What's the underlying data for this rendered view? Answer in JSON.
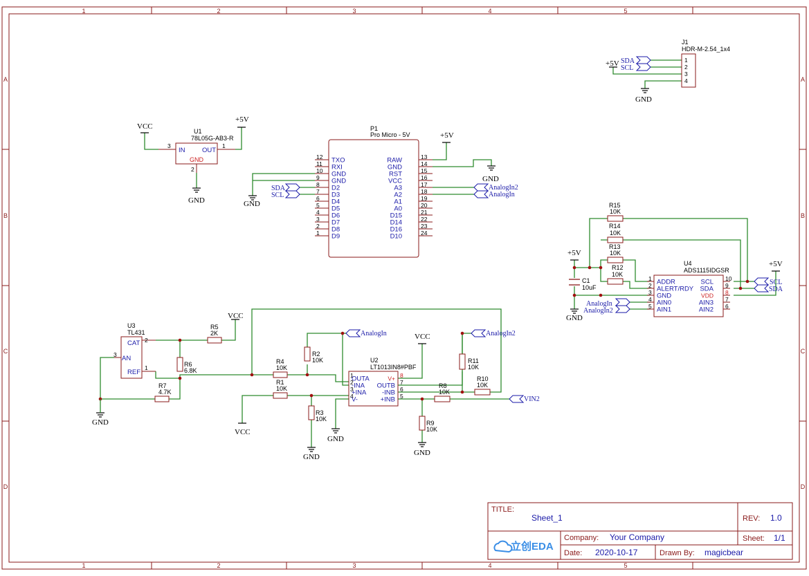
{
  "sheet": {
    "columns": [
      "1",
      "2",
      "3",
      "4",
      "5"
    ],
    "rows": [
      "A",
      "B",
      "C",
      "D"
    ]
  },
  "title_block": {
    "title_label": "TITLE:",
    "title_value": "Sheet_1",
    "rev_label": "REV:",
    "rev_value": "1.0",
    "company_label": "Company:",
    "company_value": "Your Company",
    "sheet_label": "Sheet:",
    "sheet_value": "1/1",
    "date_label": "Date:",
    "date_value": "2020-10-17",
    "drawn_label": "Drawn By:",
    "drawn_value": "magicbear",
    "logo_text": "立创EDA"
  },
  "power": {
    "vcc": "VCC",
    "p5v": "+5V",
    "gnd": "GND"
  },
  "nets": {
    "sda": "SDA",
    "scl": "SCL",
    "analogin": "AnalogIn",
    "analogin2": "AnalogIn2",
    "vin2": "VIN2"
  },
  "j1": {
    "ref": "J1",
    "value": "HDR-M-2.54_1x4",
    "pins": [
      "1",
      "2",
      "3",
      "4"
    ]
  },
  "u1": {
    "ref": "U1",
    "value": "78L05G-AB3-R",
    "pin_in": "IN",
    "pin_out": "OUT",
    "pin_gnd": "GND",
    "num_in": "3",
    "num_out": "1",
    "num_gnd": "2"
  },
  "p1": {
    "ref": "P1",
    "value": "Pro Micro - 5V",
    "left_pins": [
      {
        "num": "12",
        "name": "TXO"
      },
      {
        "num": "11",
        "name": "RXI"
      },
      {
        "num": "10",
        "name": "GND"
      },
      {
        "num": "9",
        "name": "GND"
      },
      {
        "num": "8",
        "name": "D2"
      },
      {
        "num": "7",
        "name": "D3"
      },
      {
        "num": "6",
        "name": "D4"
      },
      {
        "num": "5",
        "name": "D5"
      },
      {
        "num": "4",
        "name": "D6"
      },
      {
        "num": "3",
        "name": "D7"
      },
      {
        "num": "2",
        "name": "D8"
      },
      {
        "num": "1",
        "name": "D9"
      }
    ],
    "right_pins": [
      {
        "num": "13",
        "name": "RAW"
      },
      {
        "num": "14",
        "name": "GND"
      },
      {
        "num": "15",
        "name": "RST"
      },
      {
        "num": "16",
        "name": "VCC"
      },
      {
        "num": "17",
        "name": "A3"
      },
      {
        "num": "18",
        "name": "A2"
      },
      {
        "num": "19",
        "name": "A1"
      },
      {
        "num": "20",
        "name": "A0"
      },
      {
        "num": "21",
        "name": "D15"
      },
      {
        "num": "22",
        "name": "D14"
      },
      {
        "num": "23",
        "name": "D16"
      },
      {
        "num": "24",
        "name": "D10"
      }
    ]
  },
  "u4": {
    "ref": "U4",
    "value": "ADS1115IDGSR",
    "left_pins": [
      {
        "num": "1",
        "name": "ADDR"
      },
      {
        "num": "2",
        "name": "ALERT/RDY"
      },
      {
        "num": "3",
        "name": "GND"
      },
      {
        "num": "4",
        "name": "AIN0"
      },
      {
        "num": "5",
        "name": "AIN1"
      }
    ],
    "right_pins": [
      {
        "num": "10",
        "name": "SCL"
      },
      {
        "num": "9",
        "name": "SDA"
      },
      {
        "num": "8",
        "name": "VDD"
      },
      {
        "num": "7",
        "name": "AIN3"
      },
      {
        "num": "6",
        "name": "AIN2"
      }
    ]
  },
  "u3": {
    "ref": "U3",
    "value": "TL431",
    "pin_cat": "CAT",
    "pin_an": "AN",
    "pin_ref": "REF",
    "num_cat": "2",
    "num_an": "3",
    "num_ref": "1"
  },
  "u2": {
    "ref": "U2",
    "value": "LT1013IN8#PBF",
    "left_pins": [
      {
        "num": "1",
        "name": "OUTA"
      },
      {
        "num": "2",
        "name": "-INA"
      },
      {
        "num": "3",
        "name": "+INA"
      },
      {
        "num": "4",
        "name": "V-"
      }
    ],
    "right_pins": [
      {
        "num": "8",
        "name": "V+"
      },
      {
        "num": "7",
        "name": "OUTB"
      },
      {
        "num": "6",
        "name": "-INB"
      },
      {
        "num": "5",
        "name": "+INB"
      }
    ]
  },
  "resistors": {
    "r1": {
      "ref": "R1",
      "value": "10K"
    },
    "r2": {
      "ref": "R2",
      "value": "10K"
    },
    "r3": {
      "ref": "R3",
      "value": "10K"
    },
    "r4": {
      "ref": "R4",
      "value": "10K"
    },
    "r5": {
      "ref": "R5",
      "value": "2K"
    },
    "r6": {
      "ref": "R6",
      "value": "6.8K"
    },
    "r7": {
      "ref": "R7",
      "value": "4.7K"
    },
    "r8": {
      "ref": "R8",
      "value": "10K"
    },
    "r9": {
      "ref": "R9",
      "value": "10K"
    },
    "r10": {
      "ref": "R10",
      "value": "10K"
    },
    "r11": {
      "ref": "R11",
      "value": "10K"
    },
    "r12": {
      "ref": "R12",
      "value": "10K"
    },
    "r13": {
      "ref": "R13",
      "value": "10K"
    },
    "r14": {
      "ref": "R14",
      "value": "10K"
    },
    "r15": {
      "ref": "R15",
      "value": "10K"
    }
  },
  "c1": {
    "ref": "C1",
    "value": "10uF"
  },
  "colors": {
    "frame": "#8a1a1a",
    "wire": "#2e8b2e",
    "net_label": "#1a1aa8",
    "junction": "#a01010"
  }
}
